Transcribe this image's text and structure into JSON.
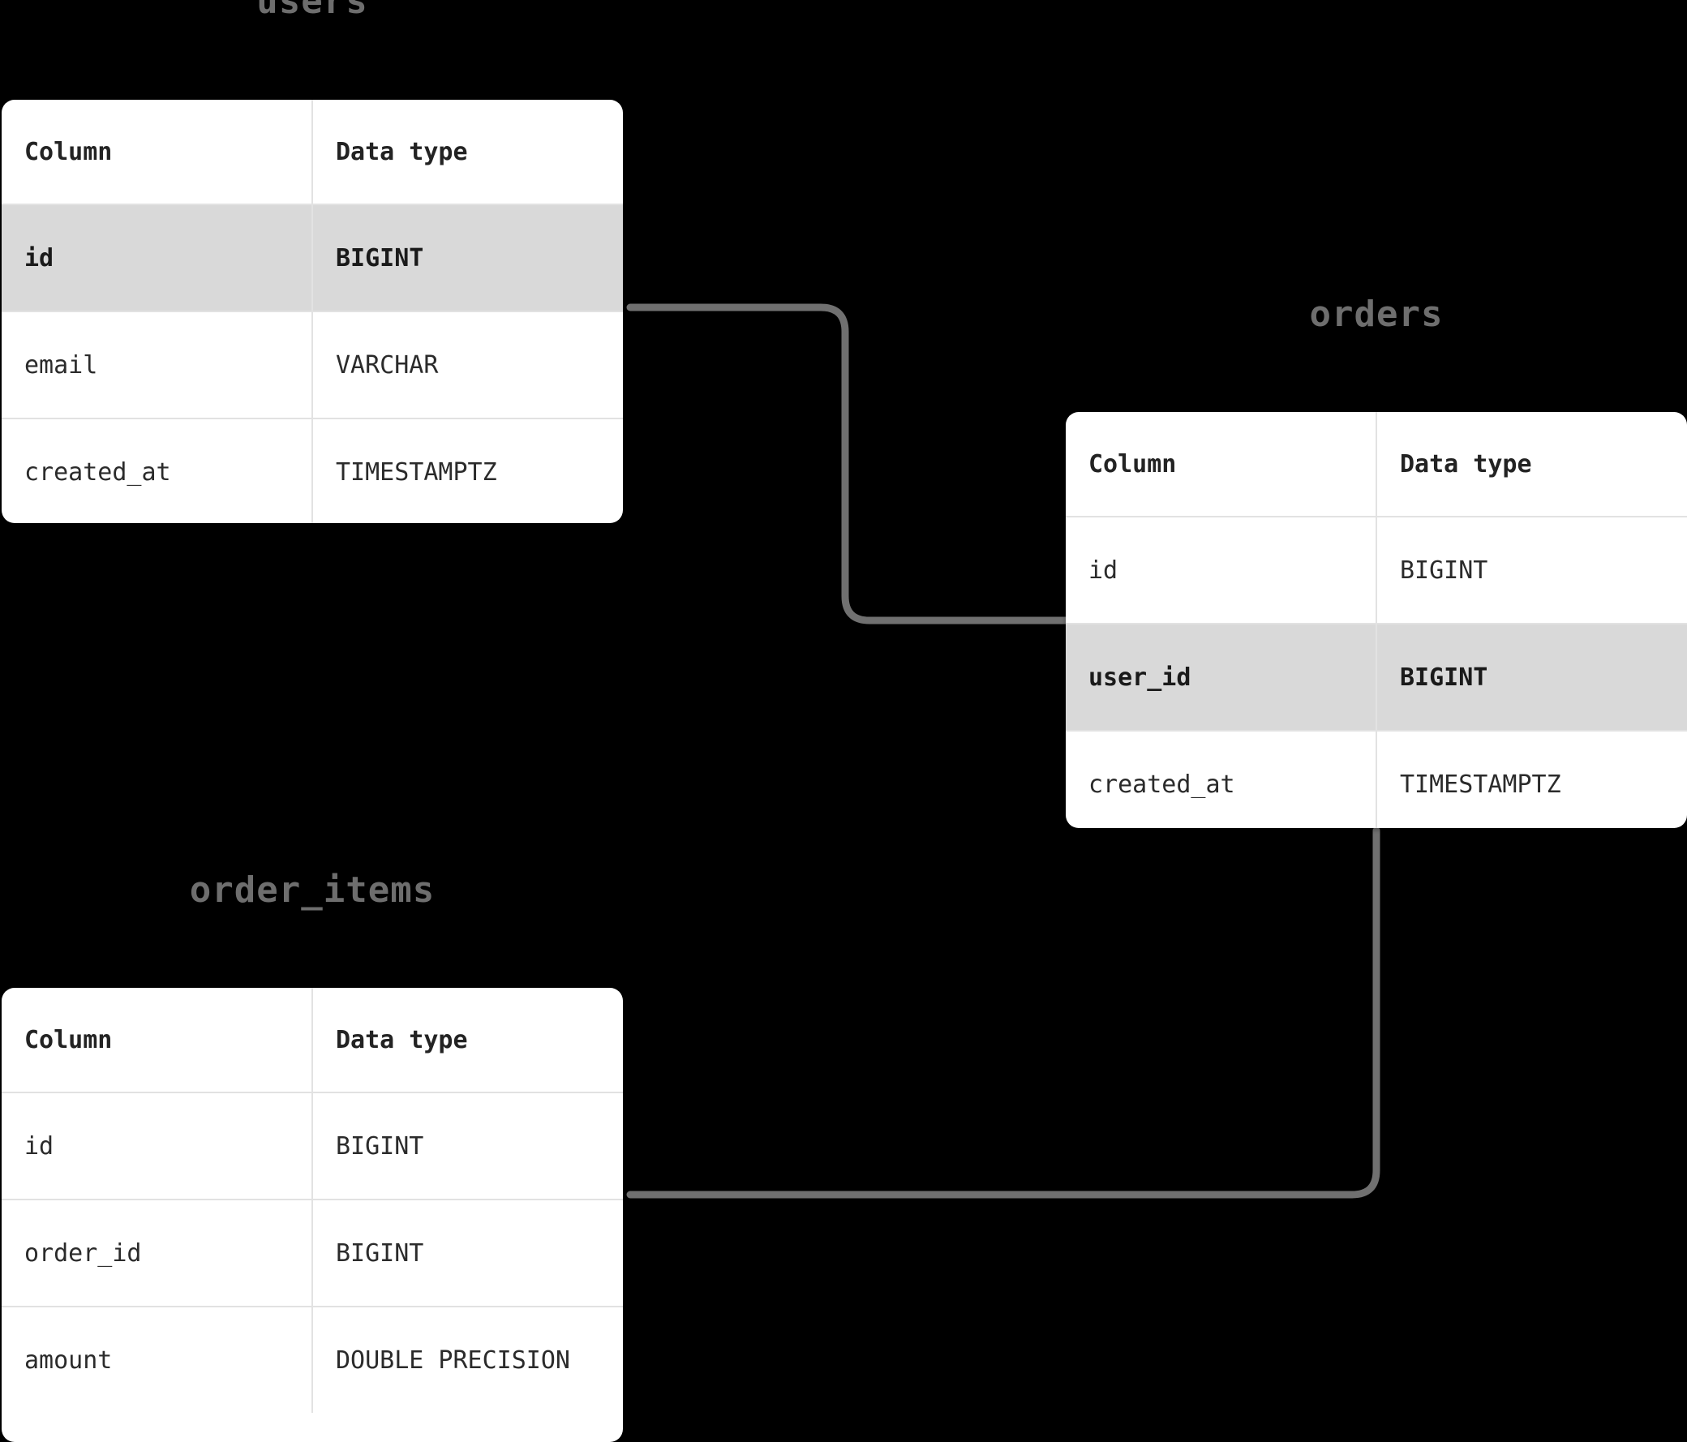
{
  "diagram": {
    "type": "entity-relationship-diagram",
    "background_color": "#000000",
    "card_background": "#ffffff",
    "title_color": "#6e6e6e",
    "highlight_color": "#d9d9d9",
    "edge_color": "#707070",
    "headers": {
      "column": "Column",
      "data_type": "Data type"
    },
    "entities": [
      {
        "name": "users",
        "columns": [
          {
            "column": "id",
            "data_type": "BIGINT",
            "highlighted": true
          },
          {
            "column": "email",
            "data_type": "VARCHAR",
            "highlighted": false
          },
          {
            "column": "created_at",
            "data_type": "TIMESTAMPTZ",
            "highlighted": false
          }
        ]
      },
      {
        "name": "orders",
        "columns": [
          {
            "column": "id",
            "data_type": "BIGINT",
            "highlighted": false
          },
          {
            "column": "user_id",
            "data_type": "BIGINT",
            "highlighted": true
          },
          {
            "column": "created_at",
            "data_type": "TIMESTAMPTZ",
            "highlighted": false
          }
        ]
      },
      {
        "name": "order_items",
        "columns": [
          {
            "column": "id",
            "data_type": "BIGINT",
            "highlighted": false
          },
          {
            "column": "order_id",
            "data_type": "BIGINT",
            "highlighted": false
          },
          {
            "column": "amount",
            "data_type": "DOUBLE PRECISION",
            "highlighted": false
          }
        ]
      }
    ],
    "relationships": [
      {
        "from": "users.id",
        "to": "orders.user_id"
      },
      {
        "from": "orders.id",
        "to": "order_items.order_id"
      }
    ]
  }
}
